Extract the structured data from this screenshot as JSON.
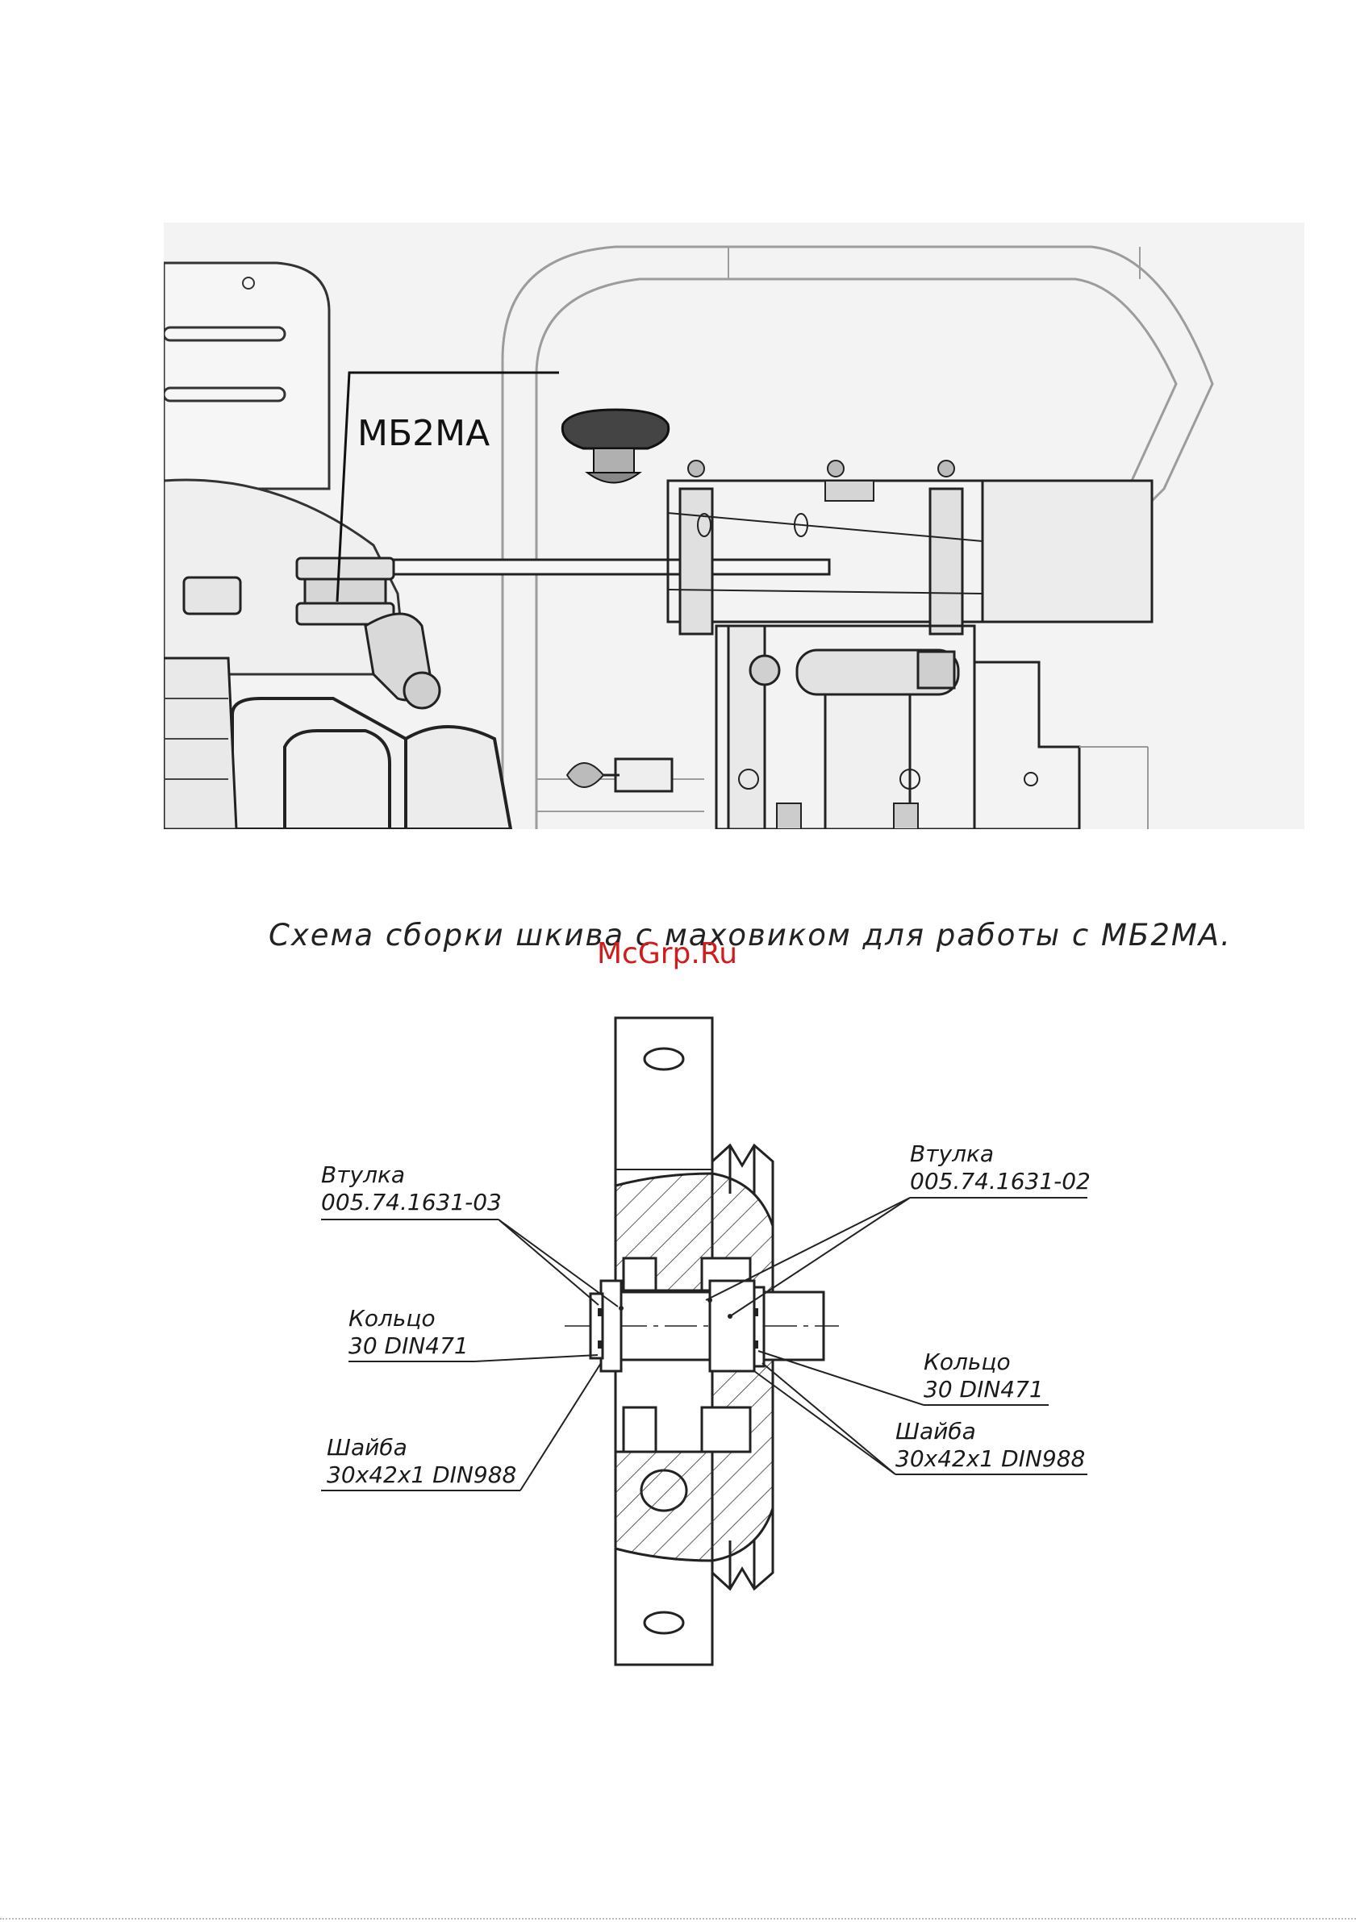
{
  "photo": {
    "callout": "МБ2МА"
  },
  "caption": "Схема сборки шкива с маховиком для работы с МБ2МА.",
  "watermark": "McGrp.Ru",
  "drawing": {
    "labels": {
      "bush_left": [
        "Втулка",
        "005.74.1631-03"
      ],
      "bush_right": [
        "Втулка",
        "005.74.1631-02"
      ],
      "ring_left": [
        "Кольцо",
        "30 DIN471"
      ],
      "ring_right": [
        "Кольцо",
        "30 DIN471"
      ],
      "washer_left": [
        "Шайба",
        "30x42x1 DIN988"
      ],
      "washer_right": [
        "Шайба",
        "30x42x1 DIN988"
      ]
    }
  }
}
